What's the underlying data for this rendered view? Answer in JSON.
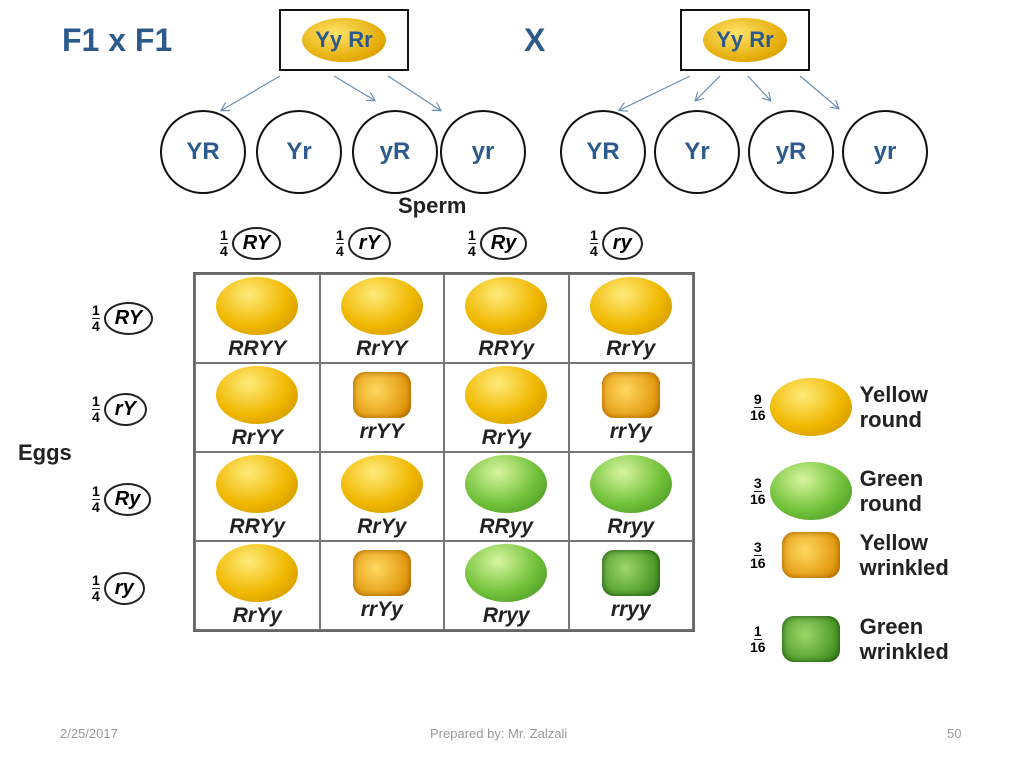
{
  "title": "F1 x F1",
  "cross": "X",
  "parents": [
    "Yy Rr",
    "Yy Rr"
  ],
  "gametes_left": [
    "YR",
    "Yr",
    "yR",
    "yr"
  ],
  "gametes_right": [
    "YR",
    "Yr",
    "yR",
    "yr"
  ],
  "sperm_label": "Sperm",
  "eggs_label": "Eggs",
  "fraction": {
    "num": "1",
    "den": "4"
  },
  "sperm_alleles": [
    "RY",
    "rY",
    "Ry",
    "ry"
  ],
  "egg_alleles": [
    "RY",
    "rY",
    "Ry",
    "ry"
  ],
  "grid": [
    [
      {
        "g": "RRYY",
        "t": "yr"
      },
      {
        "g": "RrYY",
        "t": "yr"
      },
      {
        "g": "RRYy",
        "t": "yr"
      },
      {
        "g": "RrYy",
        "t": "yr"
      }
    ],
    [
      {
        "g": "RrYY",
        "t": "yr"
      },
      {
        "g": "rrYY",
        "t": "yw"
      },
      {
        "g": "RrYy",
        "t": "yr"
      },
      {
        "g": "rrYy",
        "t": "yw"
      }
    ],
    [
      {
        "g": "RRYy",
        "t": "yr"
      },
      {
        "g": "RrYy",
        "t": "yr"
      },
      {
        "g": "RRyy",
        "t": "gr"
      },
      {
        "g": "Rryy",
        "t": "gr"
      }
    ],
    [
      {
        "g": "RrYy",
        "t": "yr"
      },
      {
        "g": "rrYy",
        "t": "yw"
      },
      {
        "g": "Rryy",
        "t": "gr"
      },
      {
        "g": "rryy",
        "t": "gw"
      }
    ]
  ],
  "legend": [
    {
      "num": "9",
      "den": "16",
      "t": "yr",
      "l1": "Yellow",
      "l2": "round"
    },
    {
      "num": "3",
      "den": "16",
      "t": "gr",
      "l1": "Green",
      "l2": "round"
    },
    {
      "num": "3",
      "den": "16",
      "t": "yw",
      "l1": "Yellow",
      "l2": "wrinkled"
    },
    {
      "num": "1",
      "den": "16",
      "t": "gw",
      "l1": "Green",
      "l2": "wrinkled"
    }
  ],
  "footer": {
    "date": "2/25/2017",
    "center": "Prepared by: Mr. Zalzali",
    "page": "50"
  }
}
